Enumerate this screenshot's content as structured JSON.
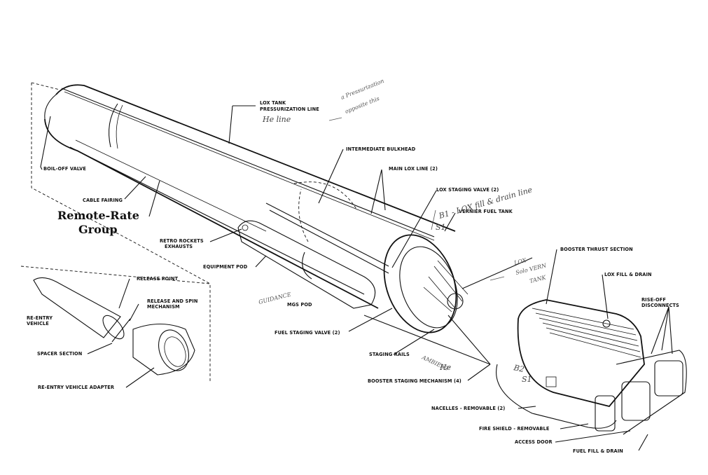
{
  "labels": {
    "lox_tank_pressurization": [
      "LOX TANK",
      "PRESSURIZATION LINE"
    ],
    "boil_off_valve": "BOIL-OFF VALVE",
    "cable_fairing": "CABLE FAIRING",
    "remote_rate_group": [
      "Remote-Rate",
      "Group"
    ],
    "intermediate_bulkhead": "INTERMEDIATE BULKHEAD",
    "main_lox_line": "MAIN LOX LINE (2)",
    "lox_staging_valve": "LOX STAGING VALVE (2)",
    "vernier_fuel_tank": "VERNIER FUEL TANK",
    "retro_rockets": [
      "RETRO ROCKETS",
      "EXHAUSTS"
    ],
    "equipment_pod": "EQUIPMENT POD",
    "booster_thrust_section": "BOOSTER THRUST SECTION",
    "lox_fill_drain": "LOX FILL & DRAIN",
    "rise_off_disconnects": [
      "RISE-OFF",
      "DISCONNECTS"
    ],
    "release_point": "RELEASE POINT",
    "release_spin": [
      "RELEASE AND SPIN",
      "MECHANISM"
    ],
    "re_entry_vehicle": [
      "RE-ENTRY",
      "VEHICLE"
    ],
    "spacer_section": "SPACER SECTION",
    "re_entry_vehicle_adapter": "RE-ENTRY VEHICLE ADAPTER",
    "mgs_pod": "MGS POD",
    "fuel_staging_valve": "FUEL STAGING VALVE (2)",
    "staging_rails": "STAGING RAILS",
    "booster_staging_mechanism": "BOOSTER STAGING MECHANISM (4)",
    "nacelles": "NACELLES - REMOVABLE (2)",
    "fire_shield": "FIRE SHIELD - REMOVABLE",
    "access_door": "ACCESS DOOR",
    "fuel_fill_drain": "FUEL FILL & DRAIN"
  },
  "handwritten": {
    "he_line": "He line",
    "pressurization_note": [
      "a Pressurization",
      "opposite this"
    ],
    "b1_lox": "B1 - LOX fill & drain line",
    "s1": "S1",
    "lox_solo_vern": [
      "LOX",
      "Solo VERN",
      "TANK"
    ],
    "guidance": "GUIDANCE",
    "ambient_he": [
      "AMBIENT",
      "He"
    ],
    "b2": "B2",
    "s1_b2": "S1"
  }
}
